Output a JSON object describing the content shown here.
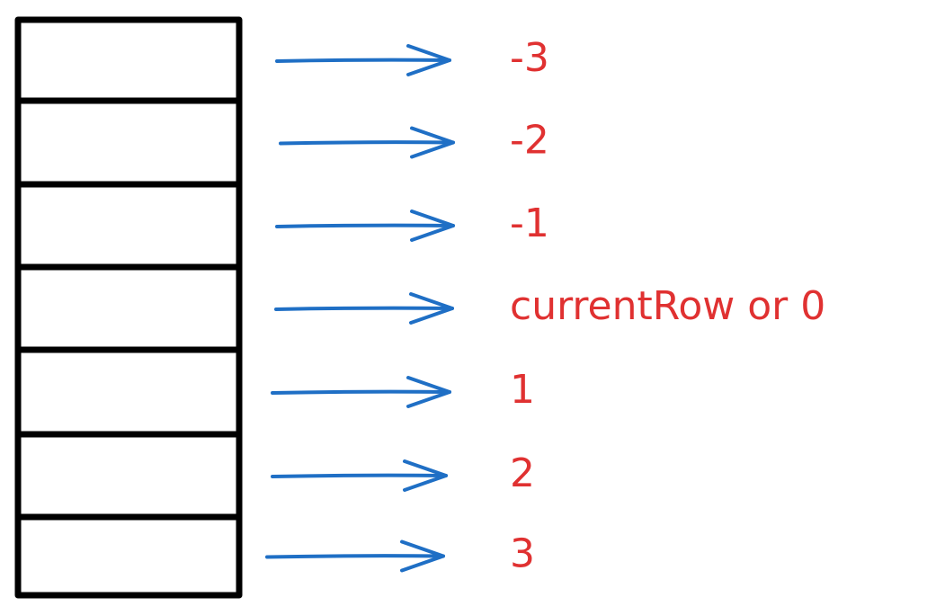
{
  "colors": {
    "box_stroke": "#000000",
    "arrow": "#1f6fc5",
    "label": "#e03131"
  },
  "rows": [
    {
      "label": "-3"
    },
    {
      "label": "-2"
    },
    {
      "label": "-1"
    },
    {
      "label": "currentRow or 0"
    },
    {
      "label": "1"
    },
    {
      "label": "2"
    },
    {
      "label": "3"
    }
  ]
}
